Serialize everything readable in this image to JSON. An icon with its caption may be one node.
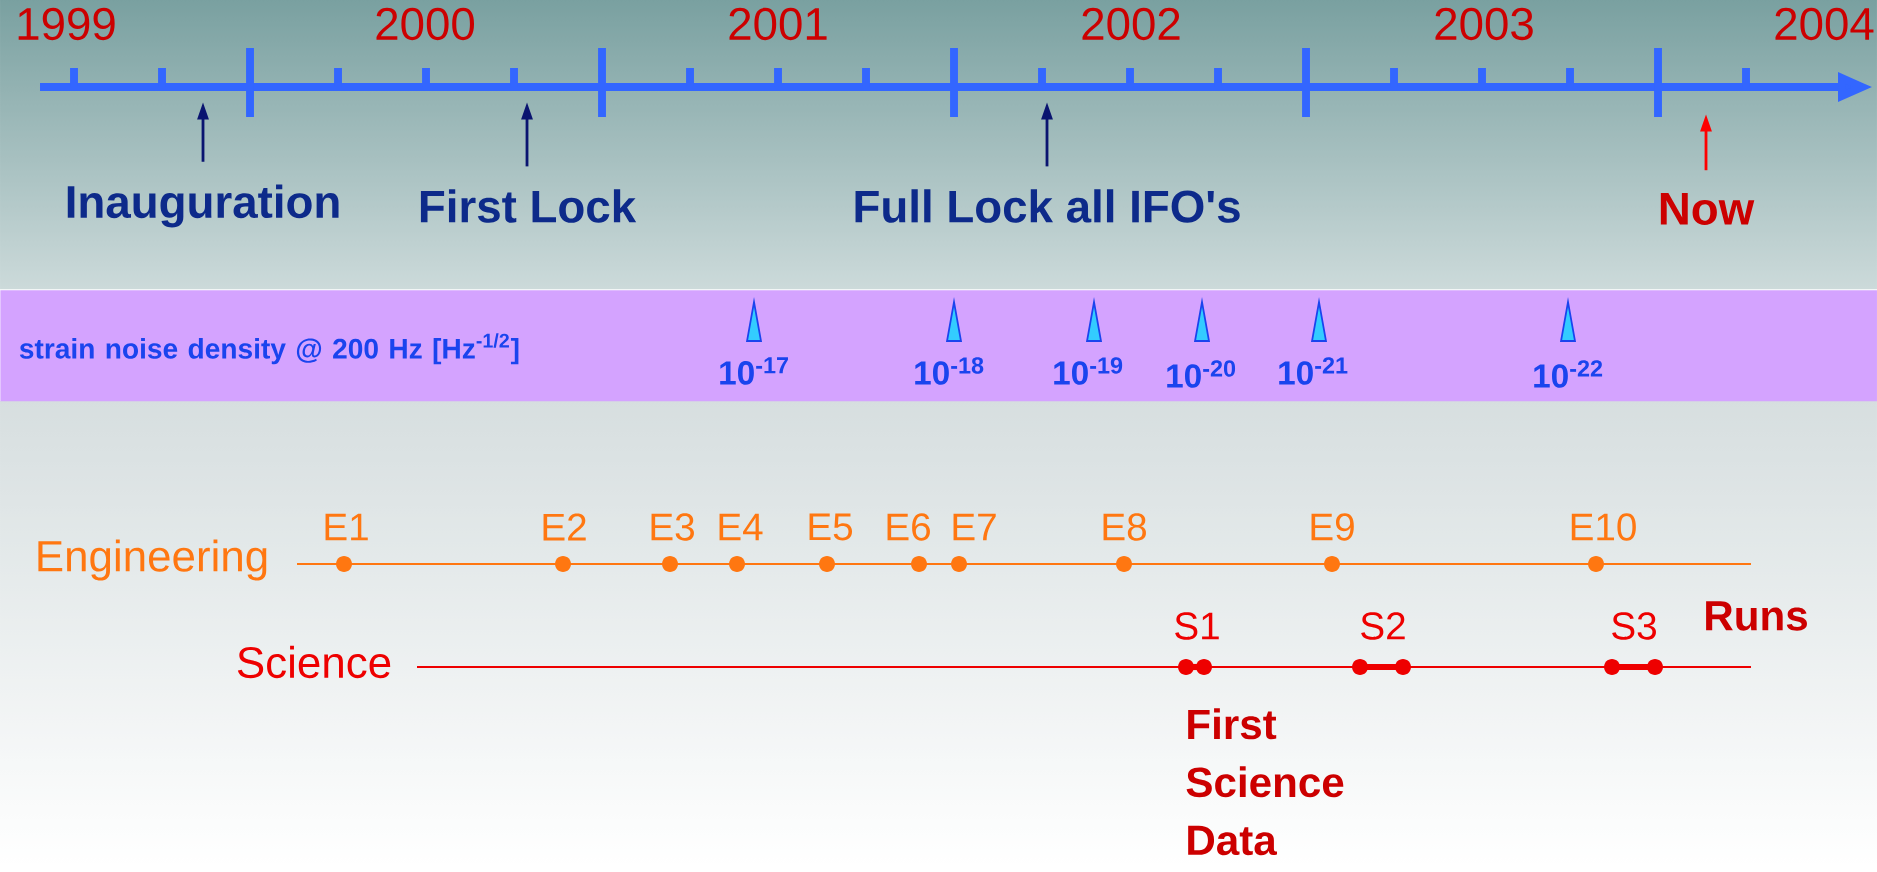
{
  "diagram": {
    "nodes": [
      {
        "text": [
          "Inauguration"
        ]
      },
      {
        "text": [
          "First Lock"
        ]
      },
      {
        "text": [
          "Full Lock all IFO's"
        ]
      },
      {
        "text": [
          "Now"
        ]
      },
      {
        "text": [
          "strain noise density @ 200 Hz [Hz$^{-1/2}$]"
        ]
      }
    ],
    "edges": [
      {
        "from": 0,
        "to": null,
        "arrow": "to"
      },
      {
        "from": 1,
        "to": null,
        "arrow": "to"
      },
      {
        "from": 2,
        "to": null,
        "arrow": "to"
      },
      {
        "from": 3,
        "to": null,
        "arrow": "to",
        "color": "#ff0000"
      }
    ],
    "labels": [
      "1999",
      "2000",
      "2001",
      "2002",
      "2003",
      "2004",
      "10$^{-17}$",
      "10$^{-18}$",
      "10$^{-19}$",
      "10$^{-20}$",
      "10$^{-21}$",
      "10$^{-22}$",
      "E1",
      "E2",
      "E3",
      "E4",
      "E5",
      "E6",
      "E7",
      "E8",
      "E9",
      "E10",
      "Engineering",
      "S1",
      "S2",
      "S3",
      "Runs",
      "Science",
      "First Science Data"
    ]
  }
}
